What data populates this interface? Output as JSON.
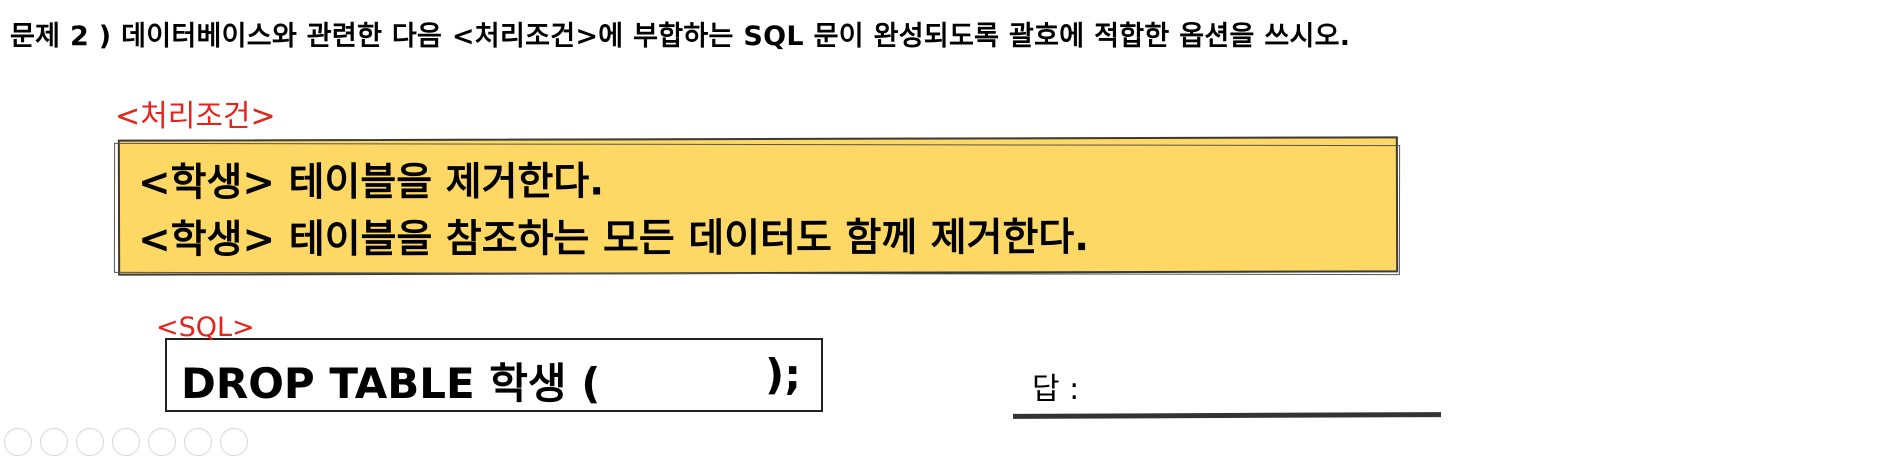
{
  "question": "문제 2 ) 데이터베이스와 관련한 다음 <처리조건>에 부합하는 SQL 문이 완성되도록 괄호에 적합한 옵션을 쓰시오.",
  "conditions": {
    "label": "<처리조건>",
    "lines": [
      "<학생> 테이블을 제거한다.",
      "<학생> 테이블을 참조하는 모든 데이터도 함께 제거한다."
    ]
  },
  "sql": {
    "label": "<SQL>",
    "statement": "DROP TABLE 학생 (",
    "closing": ");"
  },
  "answer": {
    "label": "답 :"
  },
  "colors": {
    "highlight": "#fdd864",
    "label_red": "#e5231b"
  }
}
